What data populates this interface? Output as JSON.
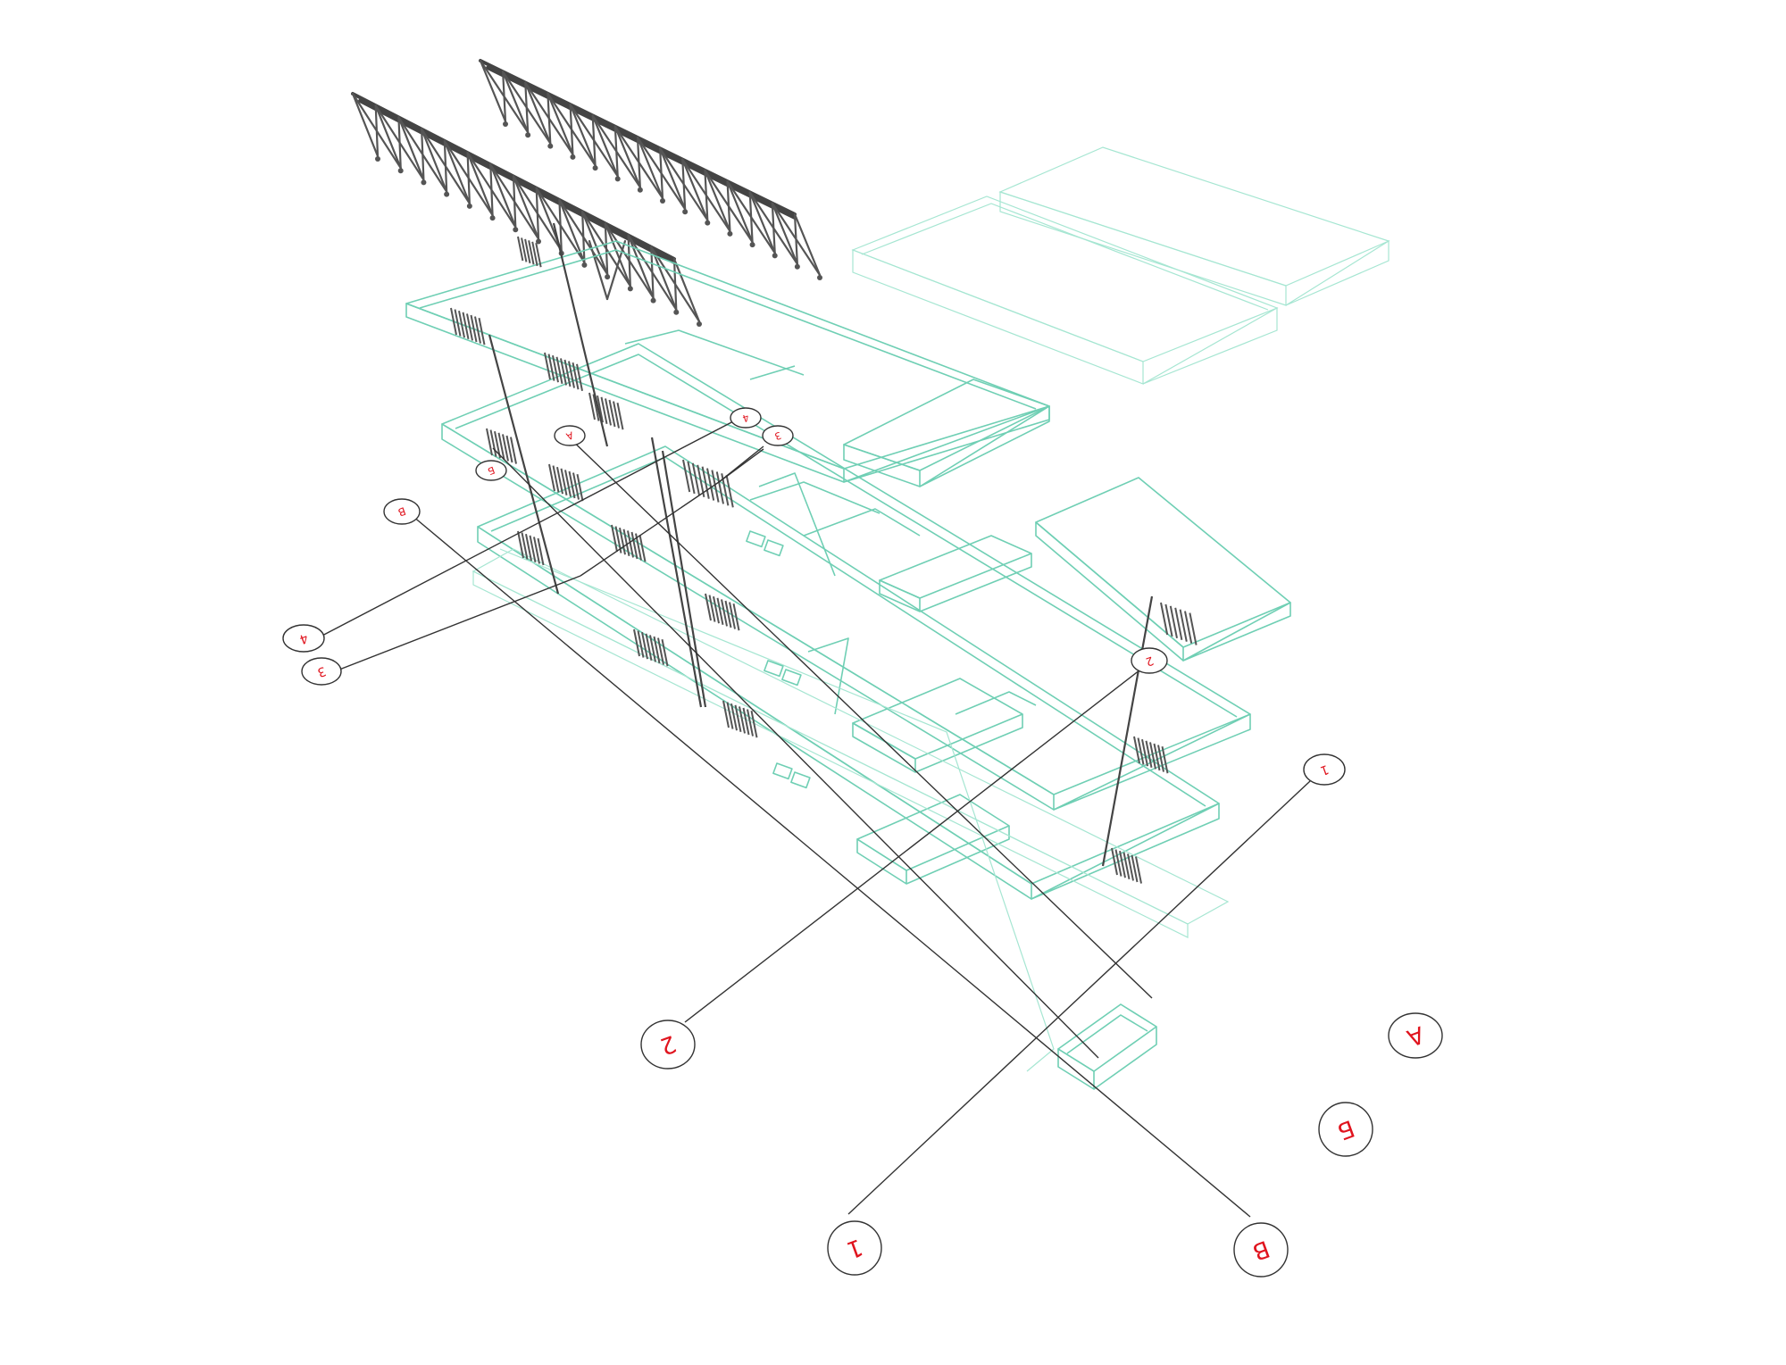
{
  "diagram": {
    "colors": {
      "slab": "#6fcfb4",
      "truss": "#555555",
      "leader": "#333333",
      "mark_text": "#e0141e"
    },
    "grid_marks": [
      {
        "id": "mark-a-large",
        "label": "А"
      },
      {
        "id": "mark-b-large",
        "label": "Б"
      },
      {
        "id": "mark-v-large",
        "label": "В"
      },
      {
        "id": "mark-1-large",
        "label": "1"
      },
      {
        "id": "mark-2-large",
        "label": "2"
      },
      {
        "id": "mark-1-small",
        "label": "1"
      },
      {
        "id": "mark-2-small",
        "label": "2"
      },
      {
        "id": "mark-3-small",
        "label": "3"
      },
      {
        "id": "mark-4-small",
        "label": "4"
      },
      {
        "id": "mark-v-small",
        "label": "В"
      },
      {
        "id": "mark-a-top",
        "label": "А"
      },
      {
        "id": "mark-b-top",
        "label": "Б"
      },
      {
        "id": "mark-3-top",
        "label": "3"
      },
      {
        "id": "mark-4-top",
        "label": "4"
      }
    ]
  }
}
